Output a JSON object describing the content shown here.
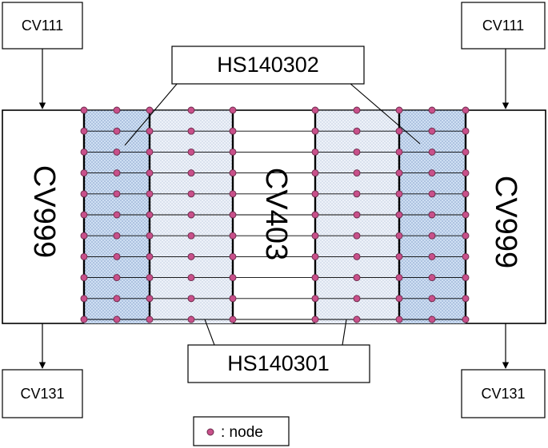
{
  "labels": {
    "cv111_left": "CV111",
    "cv111_right": "CV111",
    "cv131_left": "CV131",
    "cv131_right": "CV131",
    "hs_top": "HS140302",
    "hs_bottom": "HS140301",
    "cv999_left": "CV999",
    "cv999_right": "CV999",
    "cv403": "CV403"
  },
  "legend": {
    "text": ": node"
  },
  "colors": {
    "node": "#c8508a",
    "node_stroke": "#6a2a4a",
    "blue_fill": "#d3e2f5",
    "light_fill": "#edf1f8",
    "line": "#000000"
  }
}
